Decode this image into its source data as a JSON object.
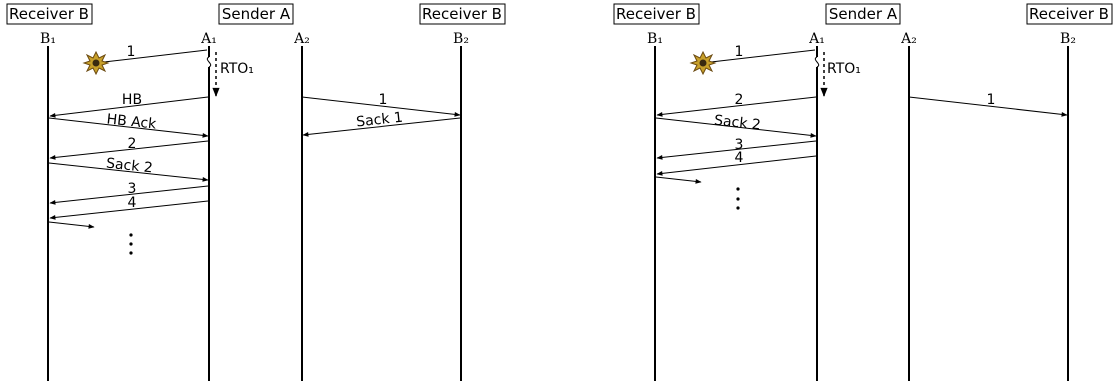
{
  "left_panel": {
    "headers": {
      "receiver_b_left": "Receiver B",
      "sender_a": "Sender A",
      "receiver_b_right": "Receiver B"
    },
    "endpoints": {
      "b1": "B₁",
      "a1": "A₁",
      "a2": "A₂",
      "b2": "B₂"
    },
    "rto_label": "RTO₁",
    "messages": {
      "m1": "1",
      "hb": "HB",
      "hb_ack": "HB Ack",
      "m2": "2",
      "sack2": "Sack 2",
      "m3": "3",
      "m4": "4",
      "m1_path2": "1",
      "sack1": "Sack 1"
    }
  },
  "right_panel": {
    "headers": {
      "receiver_b_left": "Receiver B",
      "sender_a": "Sender A",
      "receiver_b_right": "Receiver B"
    },
    "endpoints": {
      "b1": "B₁",
      "a1": "A₁",
      "a2": "A₂",
      "b2": "B₂"
    },
    "rto_label": "RTO₁",
    "messages": {
      "m1": "1",
      "m2": "2",
      "sack2": "Sack 2",
      "m3": "3",
      "m4": "4",
      "m1_path2": "1"
    }
  }
}
